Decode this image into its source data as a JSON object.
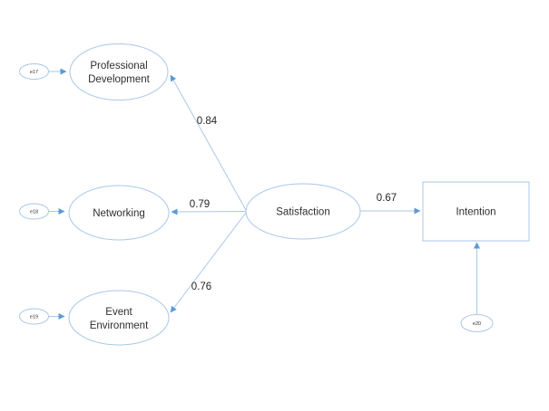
{
  "diagram": {
    "type": "sem-path-diagram",
    "nodes": {
      "professional_development": {
        "line1": "Professional",
        "line2": "Development",
        "shape": "ellipse"
      },
      "networking": {
        "label": "Networking",
        "shape": "ellipse"
      },
      "event_environment": {
        "line1": "Event",
        "line2": "Environment",
        "shape": "ellipse"
      },
      "satisfaction": {
        "label": "Satisfaction",
        "shape": "ellipse"
      },
      "intention": {
        "label": "Intention",
        "shape": "rectangle"
      }
    },
    "error_terms": {
      "e17": {
        "label": "e17",
        "attached_to": "professional_development"
      },
      "e18": {
        "label": "e18",
        "attached_to": "networking"
      },
      "e19": {
        "label": "e19",
        "attached_to": "event_environment"
      },
      "e20": {
        "label": "e20",
        "attached_to": "intention"
      }
    },
    "coefficients": {
      "satisfaction_to_professional_development": "0.84",
      "satisfaction_to_networking": "0.79",
      "satisfaction_to_event_environment": "0.76",
      "satisfaction_to_intention": "0.67"
    },
    "colors": {
      "line": "#a9c7e8",
      "arrowhead": "#5b9bd5",
      "shape_fill": "#ffffff",
      "text": "#2e2e2e",
      "background": "#ffffff"
    }
  }
}
